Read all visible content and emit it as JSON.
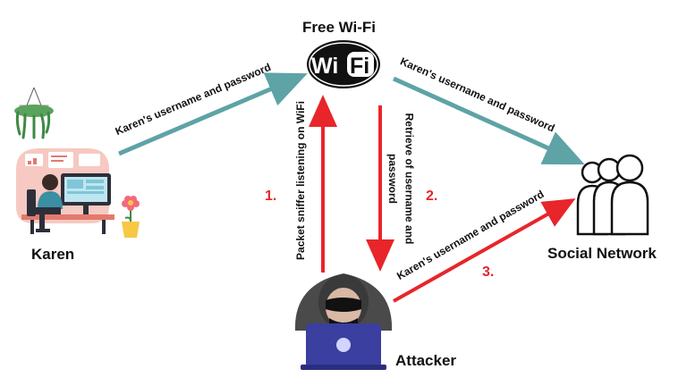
{
  "nodes": {
    "wifi_title": "Free Wi-Fi",
    "wifi_logo_wi": "Wi",
    "wifi_logo_fi": "Fi",
    "karen": "Karen",
    "social_network": "Social Network",
    "attacker": "Attacker"
  },
  "edges": {
    "karen_to_wifi": "Karen's username and password",
    "wifi_to_social": "Karen's username and password",
    "attacker_to_social": "Karen's username and password",
    "sniffer": "Packet sniffer listening on WiFi",
    "retrieve_line1": "Retrieve of username and",
    "retrieve_line2": "password"
  },
  "steps": {
    "one": "1.",
    "two": "2.",
    "three": "3."
  },
  "colors": {
    "teal_arrow": "#5ea3a6",
    "red_arrow": "#e8252b",
    "step_number": "#e8252b",
    "laptop": "#3a3fa0",
    "hoodie": "#4a4a4a",
    "icon_outline": "#111111",
    "desk_scene_bg": "#f6c9c2"
  },
  "icons": {
    "wifi_logo": "wifi-logo-icon",
    "karen_illustration": "person-at-desk-icon",
    "social_network": "people-group-icon",
    "attacker": "hooded-hacker-icon"
  }
}
